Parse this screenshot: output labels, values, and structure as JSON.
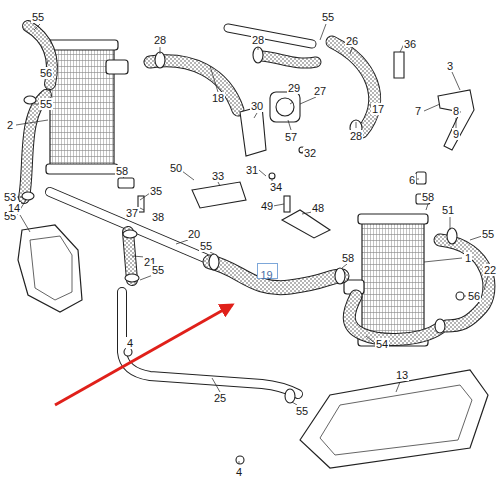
{
  "diagram": {
    "nodes": [
      {
        "text": [
          "19"
        ]
      }
    ],
    "labels": [
      "55",
      "56",
      "2",
      "55",
      "53",
      "55",
      "28",
      "28",
      "55",
      "26",
      "36",
      "18",
      "30",
      "29",
      "27",
      "17",
      "57",
      "28",
      "32",
      "31",
      "34",
      "3",
      "7",
      "8",
      "9",
      "6",
      "58",
      "50",
      "33",
      "35",
      "37",
      "38",
      "14",
      "49",
      "48",
      "58",
      "51",
      "55",
      "1",
      "22",
      "20",
      "55",
      "21",
      "55",
      "58",
      "56",
      "54",
      "13",
      "4",
      "25",
      "55",
      "4"
    ]
  }
}
